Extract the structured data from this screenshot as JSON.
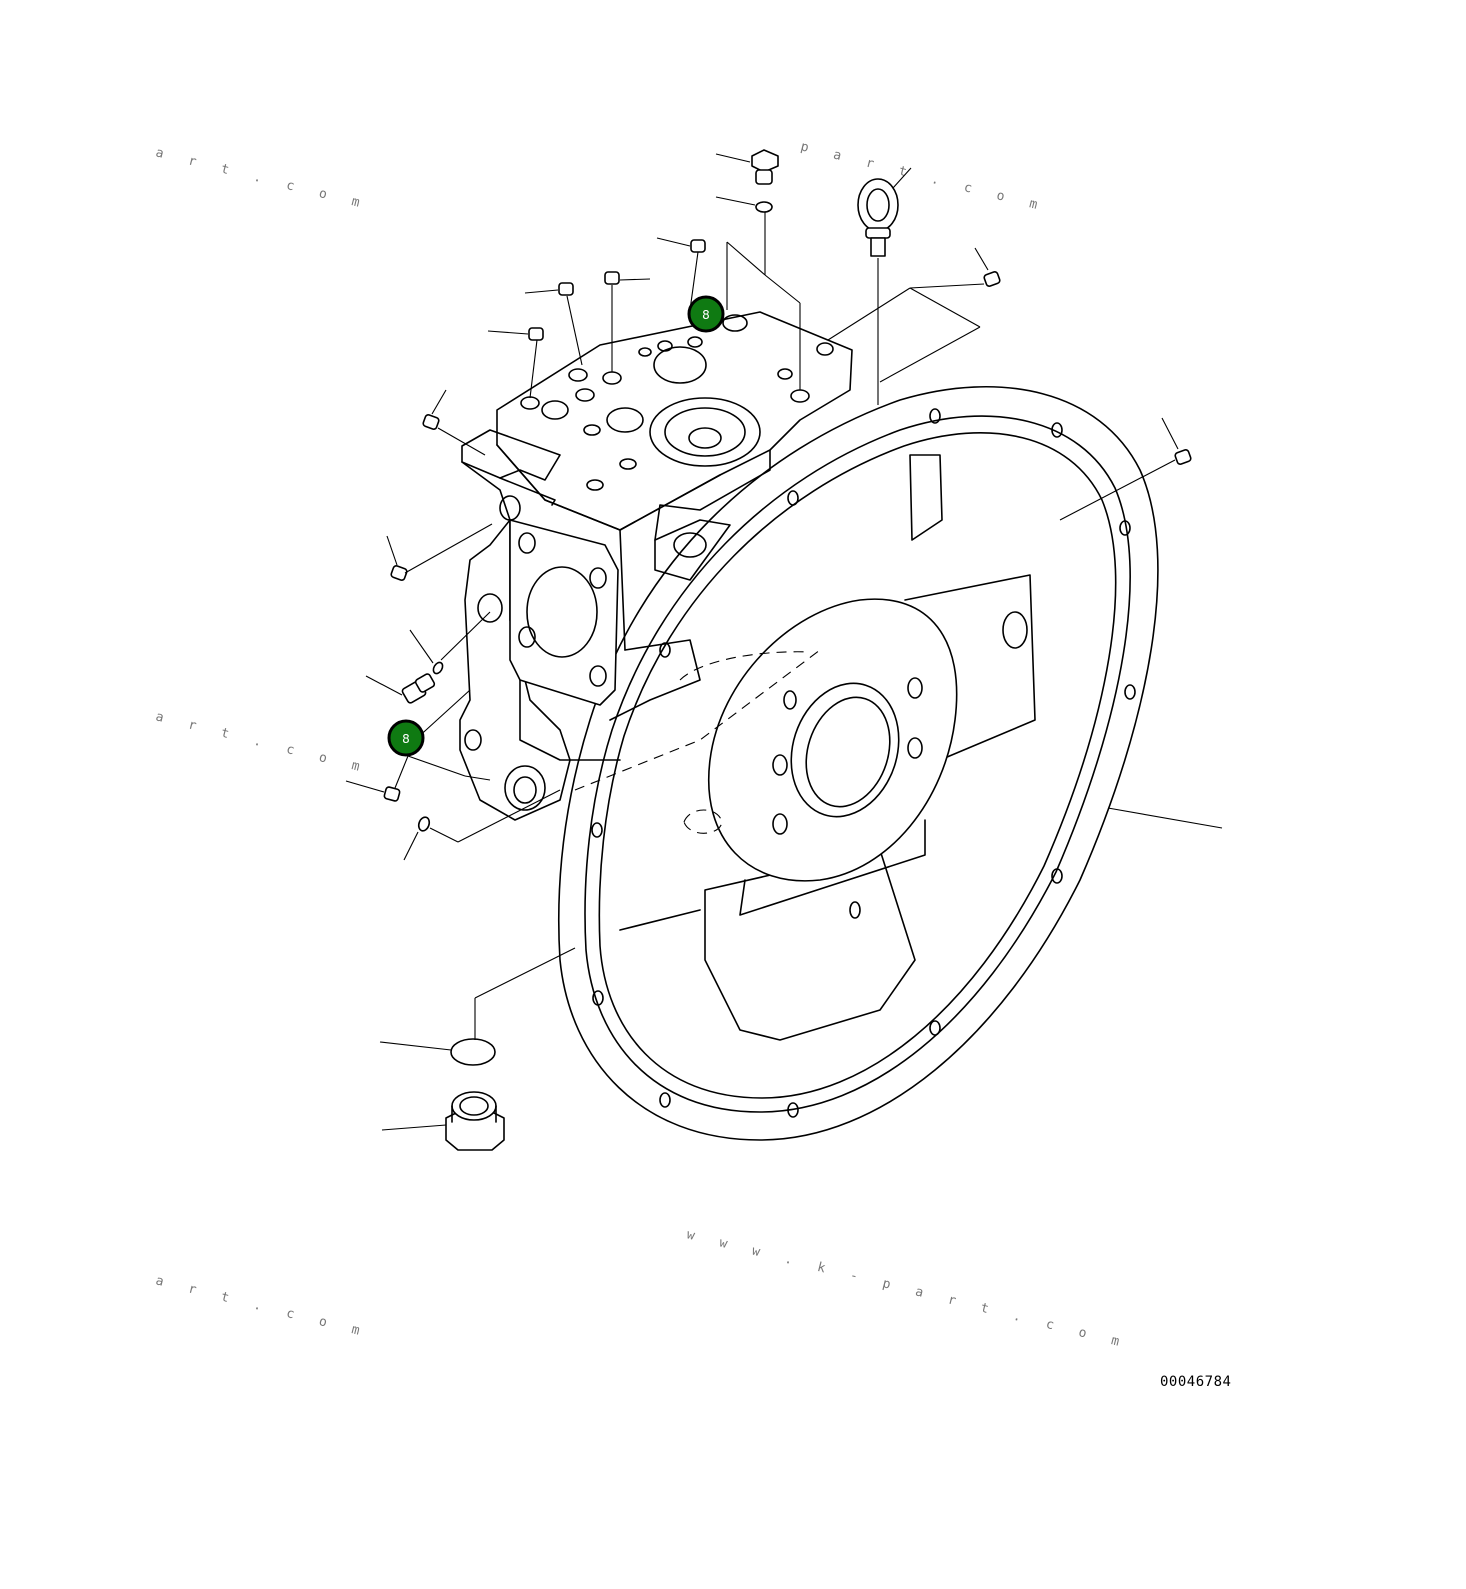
{
  "drawing": {
    "id_label": "00046784",
    "callout_color": "#0f7a12",
    "callouts": [
      {
        "label": "8"
      },
      {
        "label": "8"
      }
    ]
  },
  "watermarks": [
    "a r t . c o m",
    "p a r t . c o m",
    "a r t . c o m",
    "w w w . k - p a r t . c o m",
    "a r t . c o m"
  ]
}
